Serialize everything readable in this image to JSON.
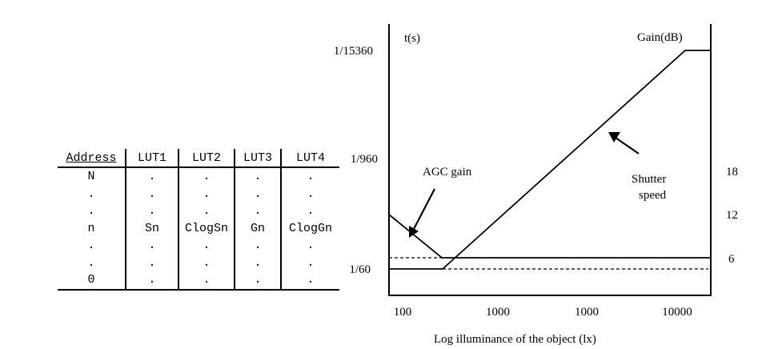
{
  "table": {
    "headers": [
      "Address",
      "LUT1",
      "LUT2",
      "LUT3",
      "LUT4"
    ],
    "rows": [
      [
        "N",
        ".",
        ".",
        ".",
        "."
      ],
      [
        ".",
        ".",
        ".",
        ".",
        "."
      ],
      [
        ".",
        ".",
        ".",
        ".",
        "."
      ],
      [
        "n",
        "Sn",
        "ClogSn",
        "Gn",
        "ClogGn"
      ],
      [
        ".",
        ".",
        ".",
        ".",
        "."
      ],
      [
        ".",
        ".",
        ".",
        ".",
        "."
      ],
      [
        "0",
        ".",
        ".",
        ".",
        "."
      ]
    ]
  },
  "graph": {
    "left_axis_label": "t(s)",
    "right_axis_label": "Gain(dB)",
    "x_axis_label": "Log illuminance of the object (lx)",
    "left_ticks": [
      "1/15360",
      "1/960",
      "1/60"
    ],
    "right_ticks": [
      "18",
      "12",
      "6"
    ],
    "x_ticks": [
      "100",
      "1000",
      "1000",
      "10000"
    ],
    "annotation_agc": "AGC gain",
    "annotation_shutter_line1": "Shutter",
    "annotation_shutter_line2": "speed"
  }
}
